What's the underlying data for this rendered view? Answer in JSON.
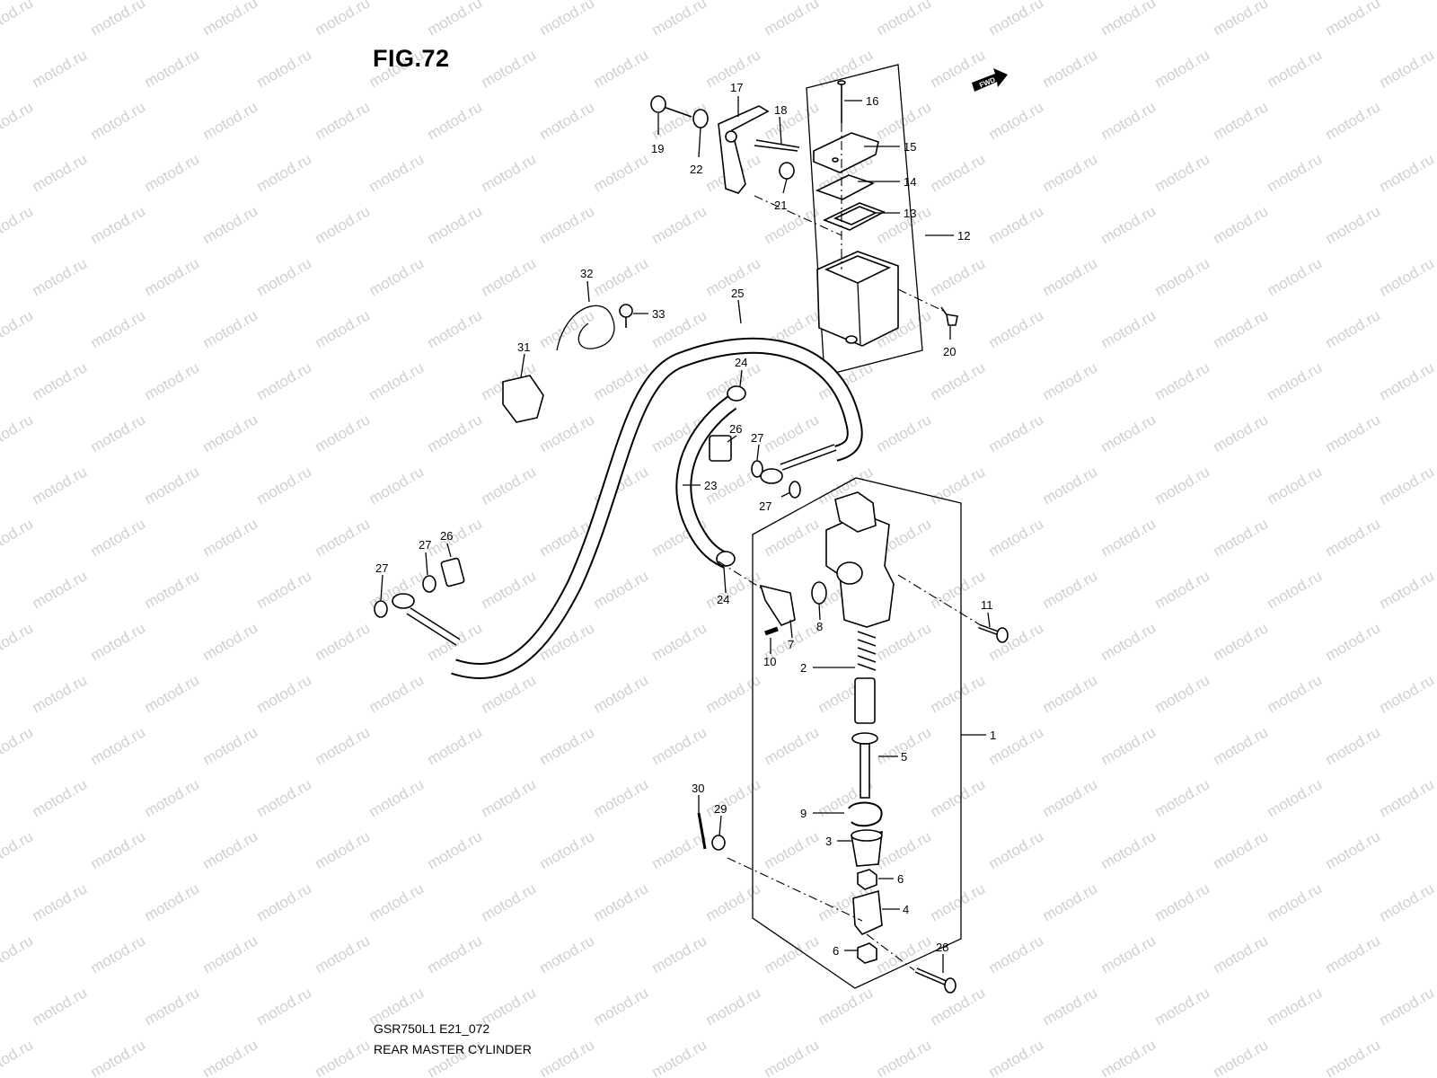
{
  "figure": {
    "title": "FIG.72",
    "code": "GSR750L1 E21_072",
    "caption": "REAR MASTER CYLINDER",
    "fwd_label": "FWD",
    "watermark": "motod.ru"
  },
  "callouts": [
    {
      "id": "c16",
      "label": "16"
    },
    {
      "id": "c15",
      "label": "15"
    },
    {
      "id": "c14",
      "label": "14"
    },
    {
      "id": "c13",
      "label": "13"
    },
    {
      "id": "c12",
      "label": "12"
    },
    {
      "id": "c17",
      "label": "17"
    },
    {
      "id": "c18",
      "label": "18"
    },
    {
      "id": "c19",
      "label": "19"
    },
    {
      "id": "c22",
      "label": "22"
    },
    {
      "id": "c21",
      "label": "21"
    },
    {
      "id": "c20",
      "label": "20"
    },
    {
      "id": "c32",
      "label": "32"
    },
    {
      "id": "c33",
      "label": "33"
    },
    {
      "id": "c31",
      "label": "31"
    },
    {
      "id": "c25",
      "label": "25"
    },
    {
      "id": "c24a",
      "label": "24"
    },
    {
      "id": "c26a",
      "label": "26"
    },
    {
      "id": "c27a",
      "label": "27"
    },
    {
      "id": "c27b",
      "label": "27"
    },
    {
      "id": "c23",
      "label": "23"
    },
    {
      "id": "c27c",
      "label": "27"
    },
    {
      "id": "c26b",
      "label": "26"
    },
    {
      "id": "c27d",
      "label": "27"
    },
    {
      "id": "c24b",
      "label": "24"
    },
    {
      "id": "c7",
      "label": "7"
    },
    {
      "id": "c8",
      "label": "8"
    },
    {
      "id": "c10",
      "label": "10"
    },
    {
      "id": "c11",
      "label": "11"
    },
    {
      "id": "c2",
      "label": "2"
    },
    {
      "id": "c1",
      "label": "1"
    },
    {
      "id": "c5",
      "label": "5"
    },
    {
      "id": "c9",
      "label": "9"
    },
    {
      "id": "c30",
      "label": "30"
    },
    {
      "id": "c29",
      "label": "29"
    },
    {
      "id": "c3",
      "label": "3"
    },
    {
      "id": "c6a",
      "label": "6"
    },
    {
      "id": "c4",
      "label": "4"
    },
    {
      "id": "c6b",
      "label": "6"
    },
    {
      "id": "c28",
      "label": "28"
    }
  ]
}
